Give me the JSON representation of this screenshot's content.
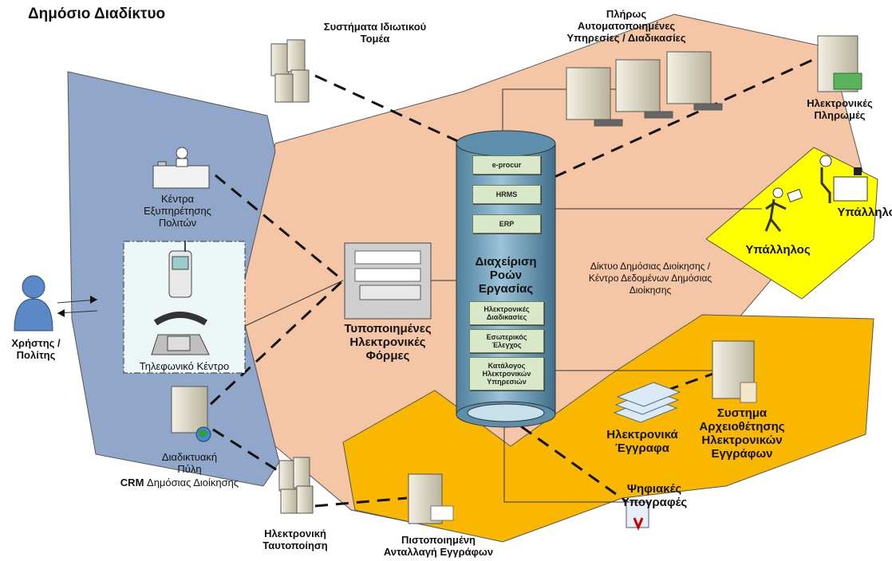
{
  "title": "Δημόσιο Διαδίκτυο",
  "colors": {
    "public_zone": "#91a7c9",
    "admin_zone": "#f5c6a6",
    "employee_zone": "#ffff00",
    "archive_zone": "#f9b700",
    "cylinder": "#6fa2bd",
    "module_box": "#d8e8c8"
  },
  "labels": {
    "private_sector": "Συστήματα Ιδιωτικού\nΤομέα",
    "automated_services": "Πλήρως\nΑυτοματοποιημένες\nΥπηρεσίες / Διαδικασίες",
    "e_payments": "Ηλεκτρονικές\nΠληρωμές",
    "service_centers": "Κέντρα\nΕξυπηρέτησης\nΠολιτών",
    "call_center": "Τηλεφωνικό Κέντρο",
    "user_citizen": "Χρήστης /\nΠολίτης",
    "web_portal": "Διαδικτυακή\nΠύλη",
    "crm_prefix": "CRM",
    "crm_suffix": " Δημόσιας Διοίκησης",
    "e_identification": "Ηλεκτρονική\nΤαυτοποίηση",
    "certified_exchange": "Πιστοποιημένη\nΑνταλλαγή Εγγράφων",
    "standard_forms": "Τυποποιημένες\nΗλεκτρονικές\nΦόρμες",
    "workflow": "Διαχείριση\nΡοών\nΕργασίας",
    "admin_network": "Δίκτυο Δημόσιας Διοίκησης /\nΚέντρο Δεδομένων Δημόσιας\nΔιοίκησης",
    "employee_1": "Υπάλληλος",
    "employee_2": "Υπάλληλος",
    "e_documents": "Ηλεκτρονικά\nΈγγραφα",
    "archiving_system": "Συστημα\nΑρχειοθέτησης\nΗλεκτρονικών\nΕγγράφων",
    "digital_signatures": "Ψηφιακές\nΥπογραφές"
  },
  "modules": {
    "eprocur": "e-procur",
    "hrms": "HRMS",
    "erp": "ERP",
    "e_procedures": "Ηλεκτρονικές\nΔιαδικασίες",
    "internal_control": "Εσωτερικός\nΈλεγχος",
    "catalog": "Κατάλογος\nΗλεκτρονικών\nΥπηρεσιών"
  }
}
